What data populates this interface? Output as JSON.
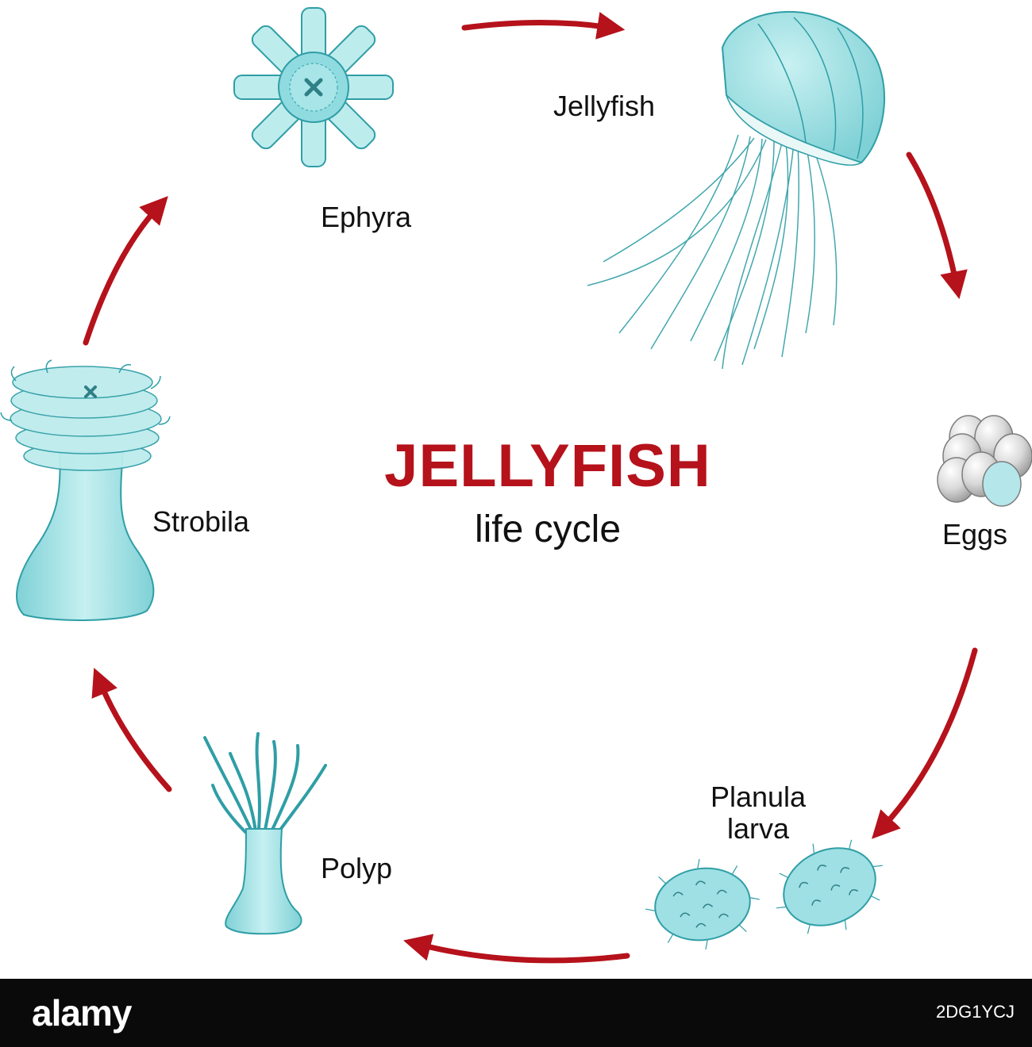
{
  "title": "JELLYFISH",
  "subtitle": "life cycle",
  "stages": {
    "jellyfish": "Jellyfish",
    "eggs": "Eggs",
    "planula_line1": "Planula",
    "planula_line2": "larva",
    "polyp": "Polyp",
    "strobila": "Strobila",
    "ephyra": "Ephyra"
  },
  "footer": {
    "brand": "alamy",
    "image_code": "2DG1YCJ"
  },
  "colors": {
    "arrow": "#b5121b",
    "title": "#b5121b",
    "organism_fill": "#a9e4e6",
    "organism_stroke": "#2f9ea6",
    "egg": "#dcdcdc",
    "footer_bg": "#0a0a0a"
  }
}
